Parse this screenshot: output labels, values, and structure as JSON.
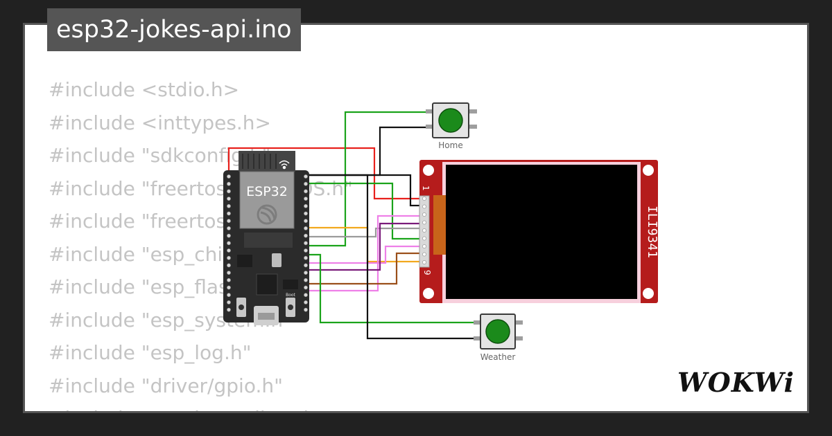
{
  "project": {
    "title": "esp32-jokes-api.ino"
  },
  "code_lines": [
    "#include <stdio.h>",
    "#include <inttypes.h>",
    "#include \"sdkconfig.h\"",
    "#include \"freertos/FreeRTOS.h\"",
    "#include \"freertos/task.h\"",
    "#include \"esp_chip_info.h\"",
    "#include \"esp_flash.h\"",
    "#include \"esp_system.h\"",
    "#include \"esp_log.h\"",
    "#include \"driver/gpio.h\"",
    "#include \"esp_http_client.h\""
  ],
  "board": {
    "label": "ESP32",
    "boot_label": "Boot"
  },
  "buttons": {
    "home_label": "Home",
    "weather_label": "Weather",
    "cap_color": "#1b8a1b"
  },
  "display": {
    "model": "ILI9341",
    "pin_first": "1",
    "pin_last": "9",
    "pcb_color": "#b51c1c"
  },
  "wire_colors": {
    "red": "#e8201c",
    "green": "#1aa31a",
    "black": "#111111",
    "orange": "#f2a81d",
    "gray": "#9a9a9a",
    "pink": "#ee80e8",
    "purple": "#7a1b7a",
    "brown": "#9a4f1a"
  },
  "brand": {
    "logo_text": "WOKWi"
  }
}
